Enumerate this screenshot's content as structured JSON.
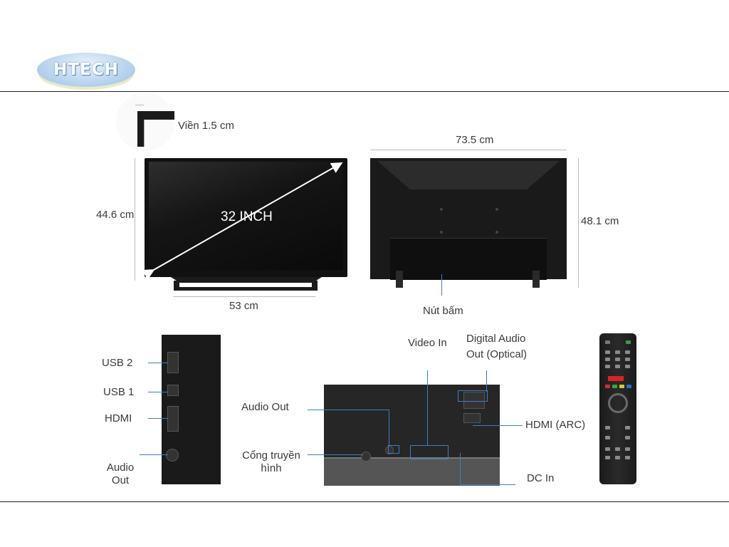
{
  "brand": {
    "logo_text": "HTECH"
  },
  "tv": {
    "bezel": "Viền 1.5 cm",
    "diagonal": "32 INCH",
    "height_front": "44.6 cm",
    "width_stand": "53 cm",
    "width_back": "73.5 cm",
    "height_back": "48.1 cm",
    "button_label": "Nút bấm"
  },
  "ports_side": {
    "usb2": "USB 2",
    "usb1": "USB 1",
    "hdmi": "HDMI",
    "audio_out_line1": "Audio",
    "audio_out_line2": "Out"
  },
  "ports_bottom": {
    "video_in": "Video In",
    "digital_audio_line1": "Digital Audio",
    "digital_audio_line2": "Out (Optical)",
    "audio_out": "Audio Out",
    "antenna_line1": "Cổng truyền",
    "antenna_line2": "hình",
    "hdmi_arc": "HDMI (ARC)",
    "dc_in": "DC In"
  },
  "colors": {
    "callout": "#3b7fc4",
    "frame_line": "#222222"
  }
}
